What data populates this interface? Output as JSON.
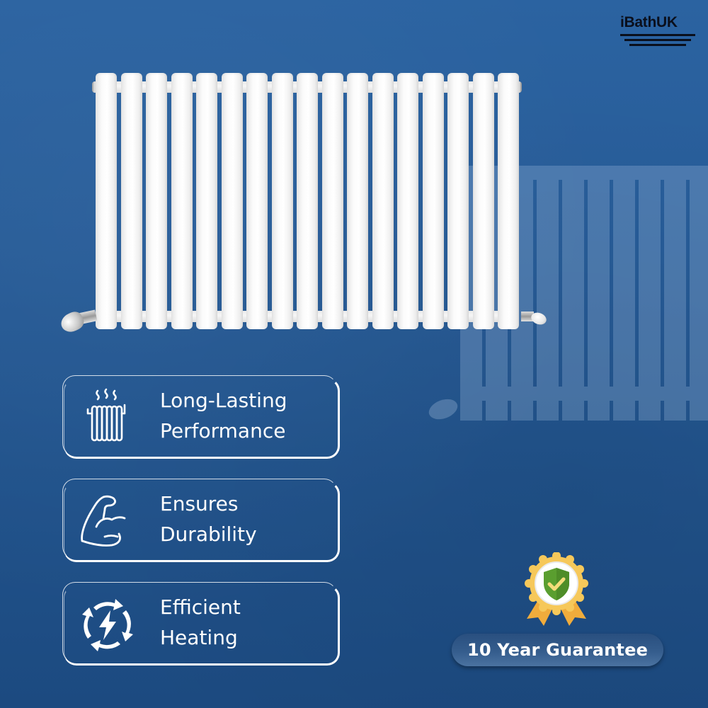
{
  "brand": {
    "logo_text": "iBathUK",
    "logo_color": "#0a0f1c"
  },
  "background": {
    "top_color": "#2b63a1",
    "bottom_color": "#1c4a80"
  },
  "product": {
    "name": "horizontal-oval-column-radiator",
    "color": "#ffffff",
    "column_count": 17,
    "ghost_column_count": 10
  },
  "features": [
    {
      "icon": "radiator-heat-icon",
      "line1": "Long-Lasting",
      "line2": "Performance"
    },
    {
      "icon": "flexed-arm-icon",
      "line1": "Ensures",
      "line2": "Durability"
    },
    {
      "icon": "cycle-lightning-icon",
      "line1": "Efficient",
      "line2": "Heating"
    }
  ],
  "guarantee": {
    "icon": "award-shield-check-icon",
    "label": "10 Year Guarantee",
    "medal_color": "#f6c85a",
    "shield_color": "#5a9e2f",
    "check_color": "#f3dc7a"
  }
}
